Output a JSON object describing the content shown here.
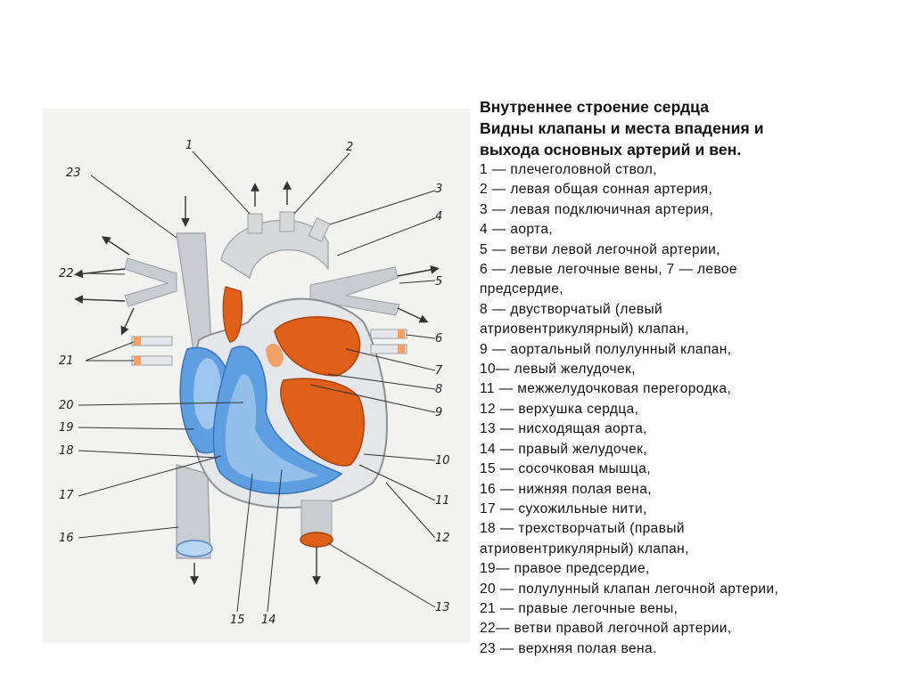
{
  "caption": {
    "title_lines": [
      "Внутреннее строение сердца",
      "Видны клапаны и места впадения и",
      "выхода основных артерий и вен."
    ],
    "legend": [
      "1 — плечеголовной ствол,",
      "2 — левая общая сонная артерия,",
      "3 — левая подключичная артерия,",
      "4 — аорта,",
      "5 — ветви левой легочной артерии,",
      "6 — левые легочные вены, 7 — левое",
      "предсердие,",
      "8 — двустворчатый (левый",
      "атриовентрикулярный) клапан,",
      "9 — аортальный полулунный клапан,",
      "10— левый желудочек,",
      "11 — межжелудочковая перегородка,",
      "12 — верхушка сердца,",
      "13 — нисходящая аорта,",
      "14 — правый желудочек,",
      "15 — сосочковая мышца,",
      "16 — нижняя полая вена,",
      "17 — сухожильные нити,",
      "18 — трехстворчатый (правый",
      "атриовентрикулярный) клапан,",
      "19— правое предсердие,",
      "20 — полулунный клапан легочной артерии,",
      "21 — правые легочные вены,",
      "22— ветви правой легочной артерии,",
      "23 — верхняя полая вена."
    ]
  },
  "diagram": {
    "labels": [
      "1",
      "2",
      "3",
      "4",
      "5",
      "6",
      "7",
      "8",
      "9",
      "10",
      "11",
      "12",
      "13",
      "14",
      "15",
      "16",
      "17",
      "18",
      "19",
      "20",
      "21",
      "22",
      "23"
    ],
    "colors": {
      "vessel_gray": "#c9ccd0",
      "vessel_light": "#e4e6e9",
      "venous_blue": "#5d9fe0",
      "venous_light": "#b9d6f2",
      "arterial_orange": "#e0601a",
      "arterial_light": "#f2a066",
      "background": "#f2f2f0"
    }
  }
}
